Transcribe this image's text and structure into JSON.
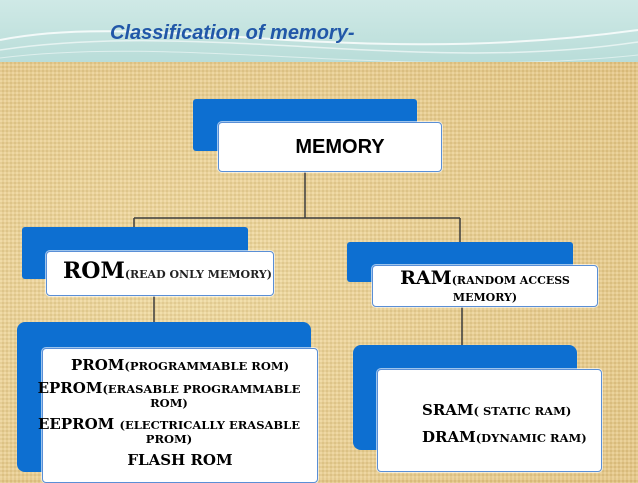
{
  "slide": {
    "title": "Classification of memory-"
  },
  "memory": {
    "label": "MEMORY"
  },
  "rom": {
    "main": "ROM",
    "detail": "(READ ONLY MEMORY)"
  },
  "ram": {
    "main": "RAM",
    "detail": "(RANDOM ACCESS",
    "detail2": "MEMORY)"
  },
  "rom_types": [
    {
      "main": "PROM",
      "detail": "(PROGRAMMABLE ROM)"
    },
    {
      "main": "EPROM",
      "detail": "(ERASABLE PROGRAMMABLE",
      "detail2": "ROM)"
    },
    {
      "main": "EEPROM ",
      "detail": "(ELECTRICALLY ERASABLE",
      "detail2": "PROM)"
    },
    {
      "main": "FLASH ROM"
    }
  ],
  "ram_types": [
    {
      "main": "SRAM",
      "detail": "( STATIC RAM)"
    },
    {
      "main": "DRAM",
      "detail": "(DYNAMIC RAM)"
    }
  ],
  "colors": {
    "title": "#2157a8",
    "blue_bar": "#0d6fd1",
    "background": "#e9cf8f",
    "band": "#b9ddd9"
  }
}
